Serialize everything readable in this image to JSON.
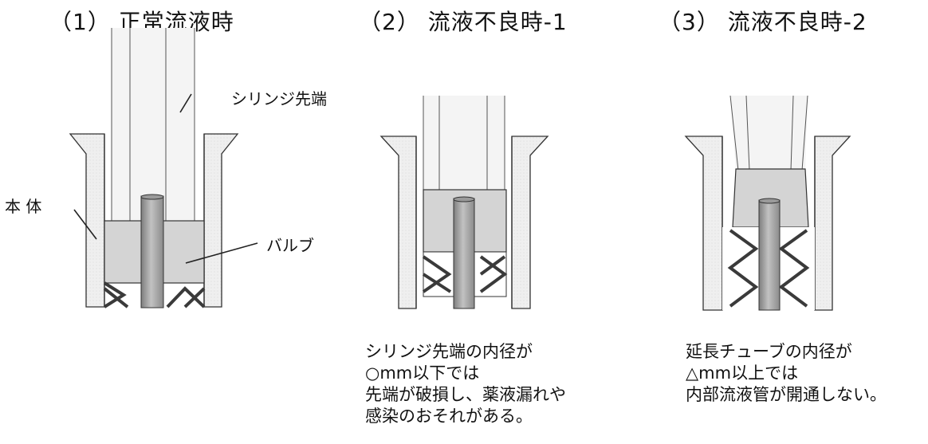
{
  "titles": {
    "normal": "（1） 正常流液時",
    "failure1": "（2） 流液不良時-1",
    "failure2": "（3） 流液不良時-2"
  },
  "labels": {
    "syringe_tip": "シリンジ先端",
    "body": "本 体",
    "valve": "バルブ"
  },
  "captions": {
    "failure1": [
      "シリンジ先端の内径が",
      "○mm以下では",
      "先端が破損し、薬液漏れや",
      "感染のおそれがある。"
    ],
    "failure2": [
      "延長チューブの内径が",
      "△mm以上では",
      "内部流液管が開通しない。"
    ]
  },
  "colors": {
    "outline": "#333333",
    "housing_fill": "#eeeeee",
    "valve_fill": "#d4d4d4",
    "tube_fill": "#e6e6e6",
    "rod_fill": "#a9a9a9",
    "spring_stroke": "#3a3a3a"
  }
}
